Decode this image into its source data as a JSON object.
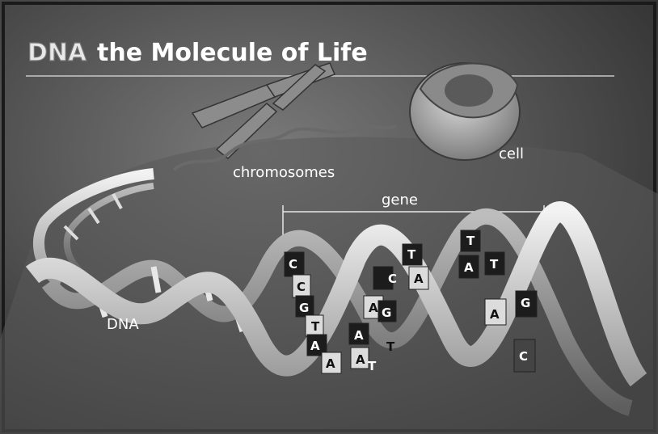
{
  "title": {
    "prefix": "DNA",
    "main": "the Molecule of Life"
  },
  "labels": {
    "chromosomes": "chromosomes",
    "cell": "cell",
    "gene": "gene",
    "dna": "DNA"
  },
  "bases": [
    "C",
    "C",
    "G",
    "T",
    "A",
    "A",
    "C",
    "A",
    "T",
    "A",
    "A",
    "T",
    "A",
    "G",
    "T",
    "T",
    "A",
    "T",
    "G",
    "A",
    "C"
  ]
}
